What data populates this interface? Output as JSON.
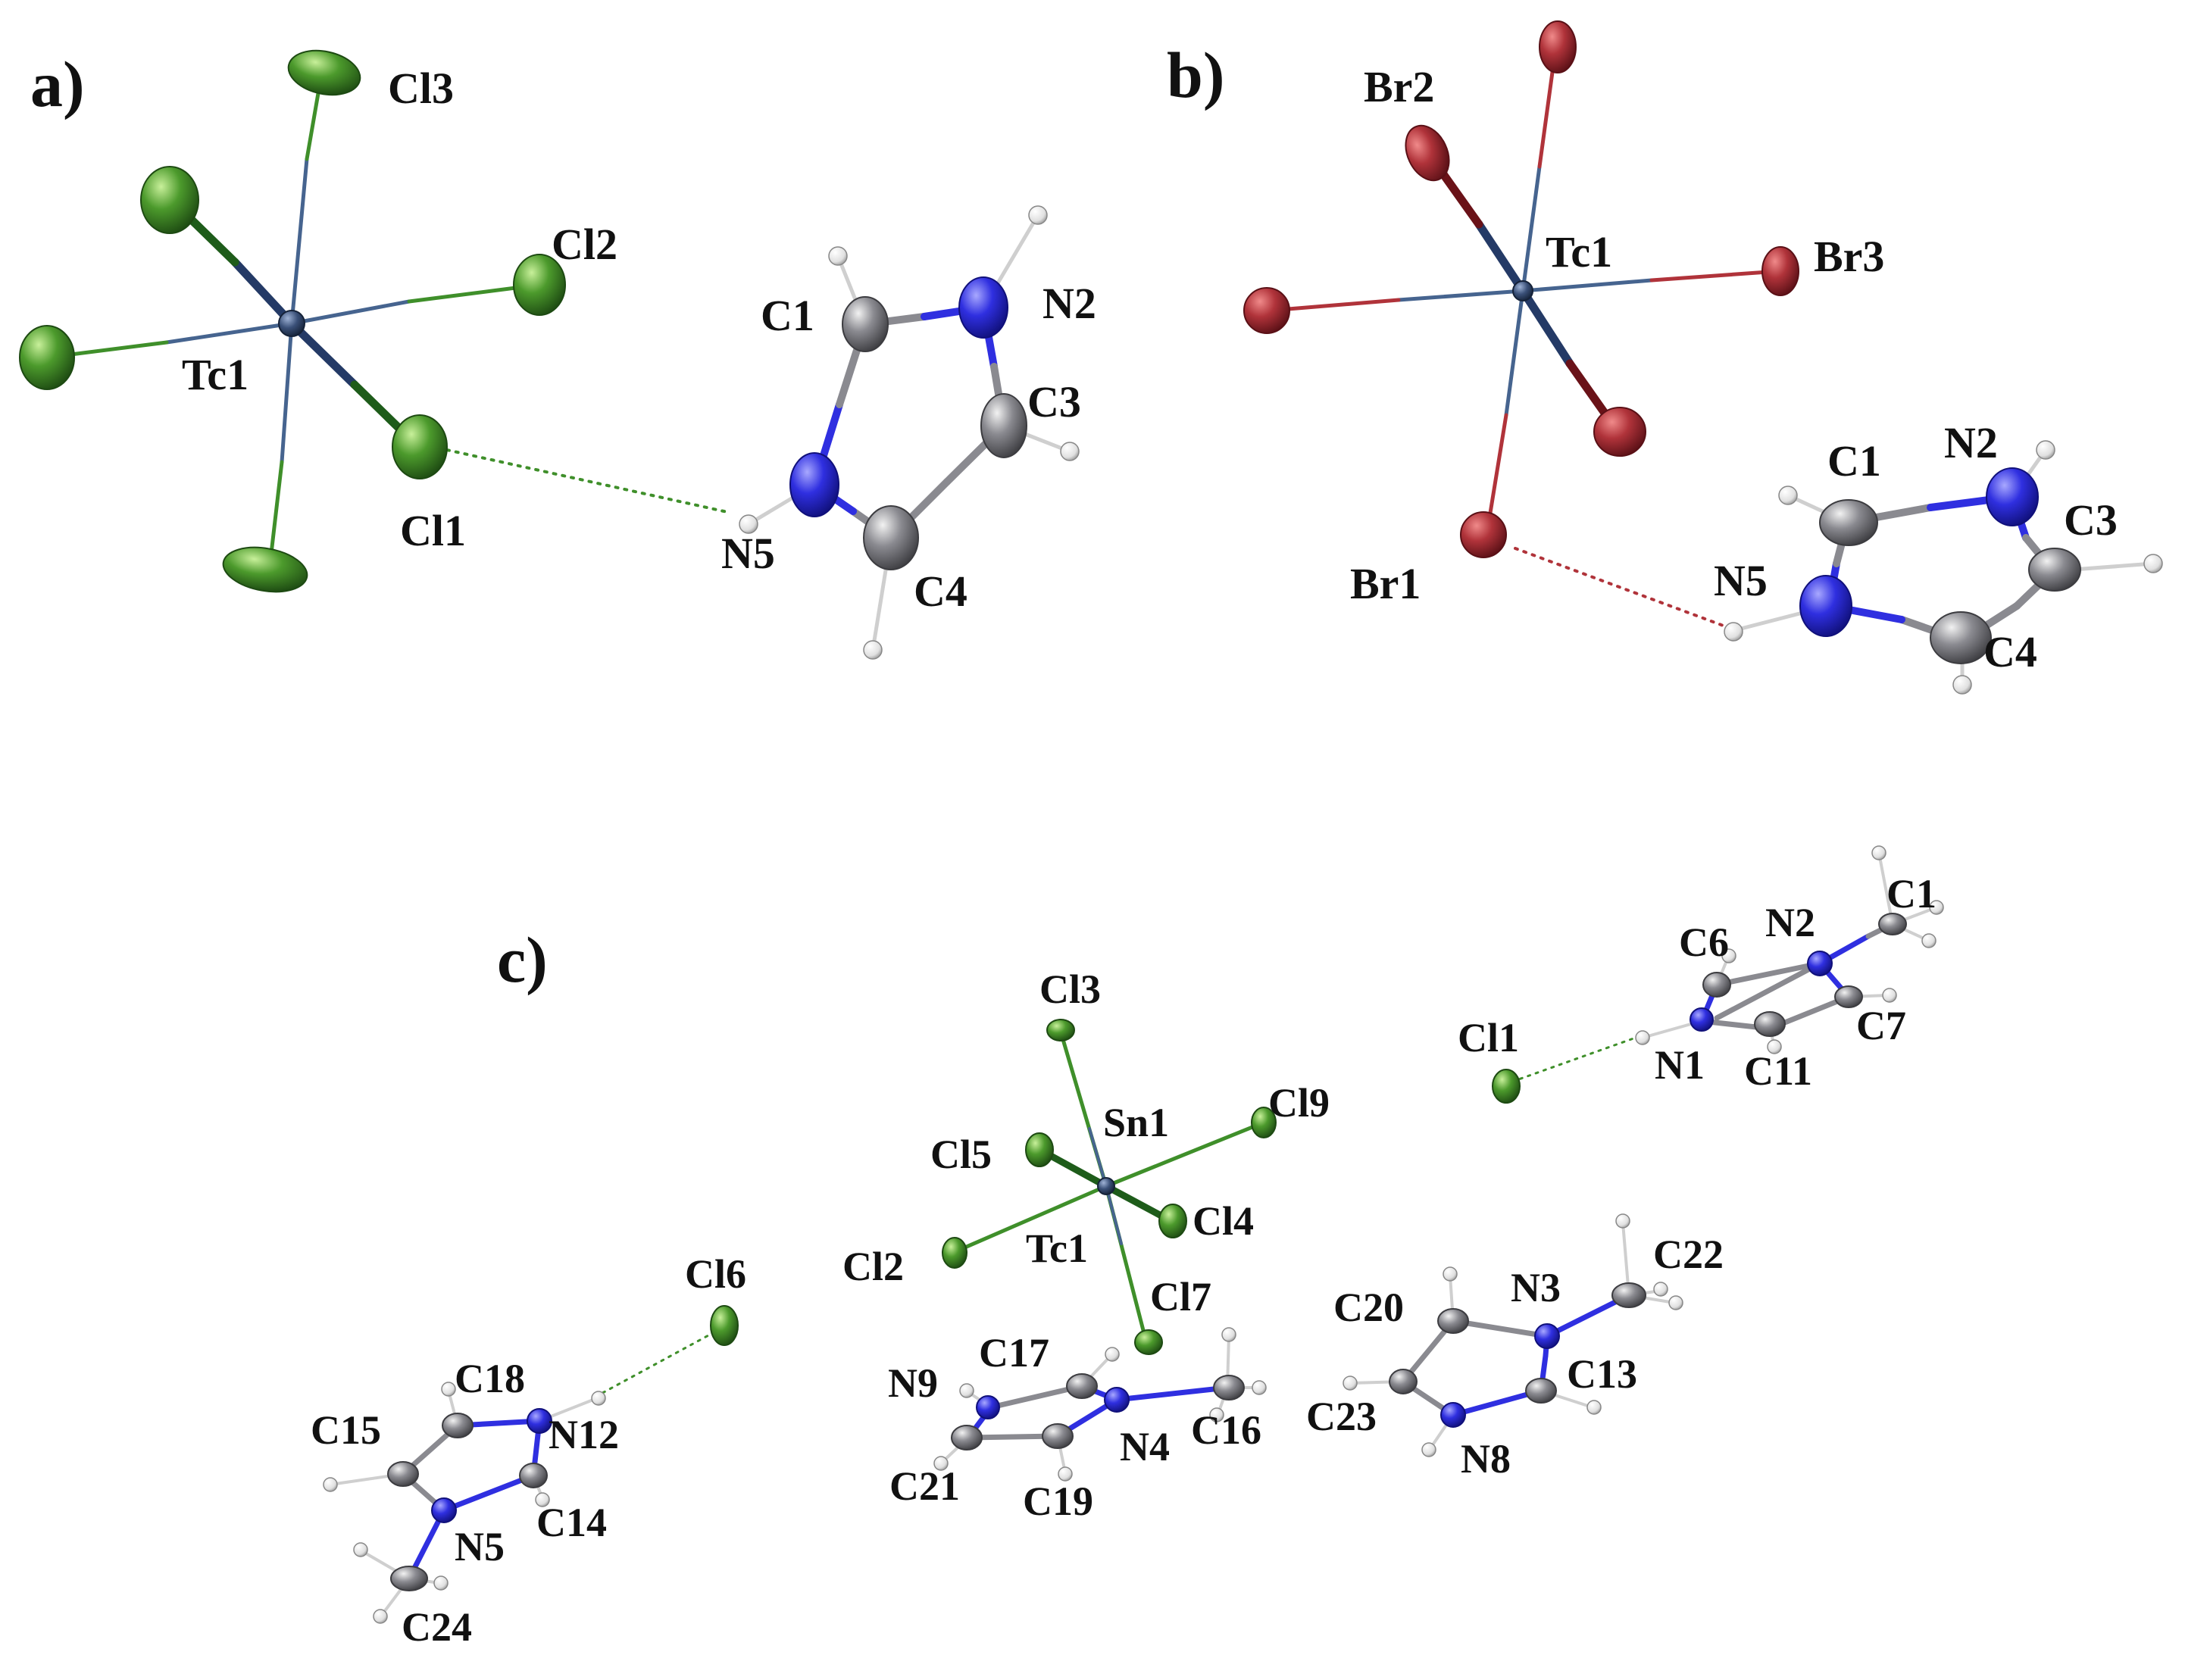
{
  "panels": {
    "a": {
      "panel_label": "a)",
      "labels": {
        "Cl3": "Cl3",
        "Cl2": "Cl2",
        "Tc1": "Tc1",
        "Cl1": "Cl1",
        "C1": "C1",
        "N2": "N2",
        "C3": "C3",
        "N5": "N5",
        "C4": "C4"
      }
    },
    "b": {
      "panel_label": "b)",
      "labels": {
        "Br2": "Br2",
        "Tc1": "Tc1",
        "Br3": "Br3",
        "Br1": "Br1",
        "C1": "C1",
        "N2": "N2",
        "C3": "C3",
        "N5": "N5",
        "C4": "C4"
      }
    },
    "c": {
      "panel_label": "c)",
      "labels": {
        "Cl3": "Cl3",
        "Sn1": "Sn1",
        "Cl9": "Cl9",
        "Cl5": "Cl5",
        "Cl4": "Cl4",
        "Cl2": "Cl2",
        "Tc1": "Tc1",
        "Cl7": "Cl7",
        "Cl1": "Cl1",
        "C6": "C6",
        "N2": "N2",
        "C1": "C1",
        "N1": "N1",
        "C11": "C11",
        "C7": "C7",
        "Cl6": "Cl6",
        "C18": "C18",
        "C15": "C15",
        "N12": "N12",
        "N5": "N5",
        "C14": "C14",
        "C24": "C24",
        "N9": "N9",
        "C17": "C17",
        "N4": "N4",
        "C16": "C16",
        "C21": "C21",
        "C19": "C19",
        "C20": "C20",
        "N3": "N3",
        "C22": "C22",
        "C13": "C13",
        "C23": "C23",
        "N8": "N8"
      }
    }
  },
  "colors": {
    "chlorine": "#3f8f2a",
    "bromine": "#b0333a",
    "technetium": "#3a5078",
    "nitrogen": "#2f2fe0",
    "carbon": "#8a8a90",
    "hydrogen": "#e8e8e8"
  }
}
